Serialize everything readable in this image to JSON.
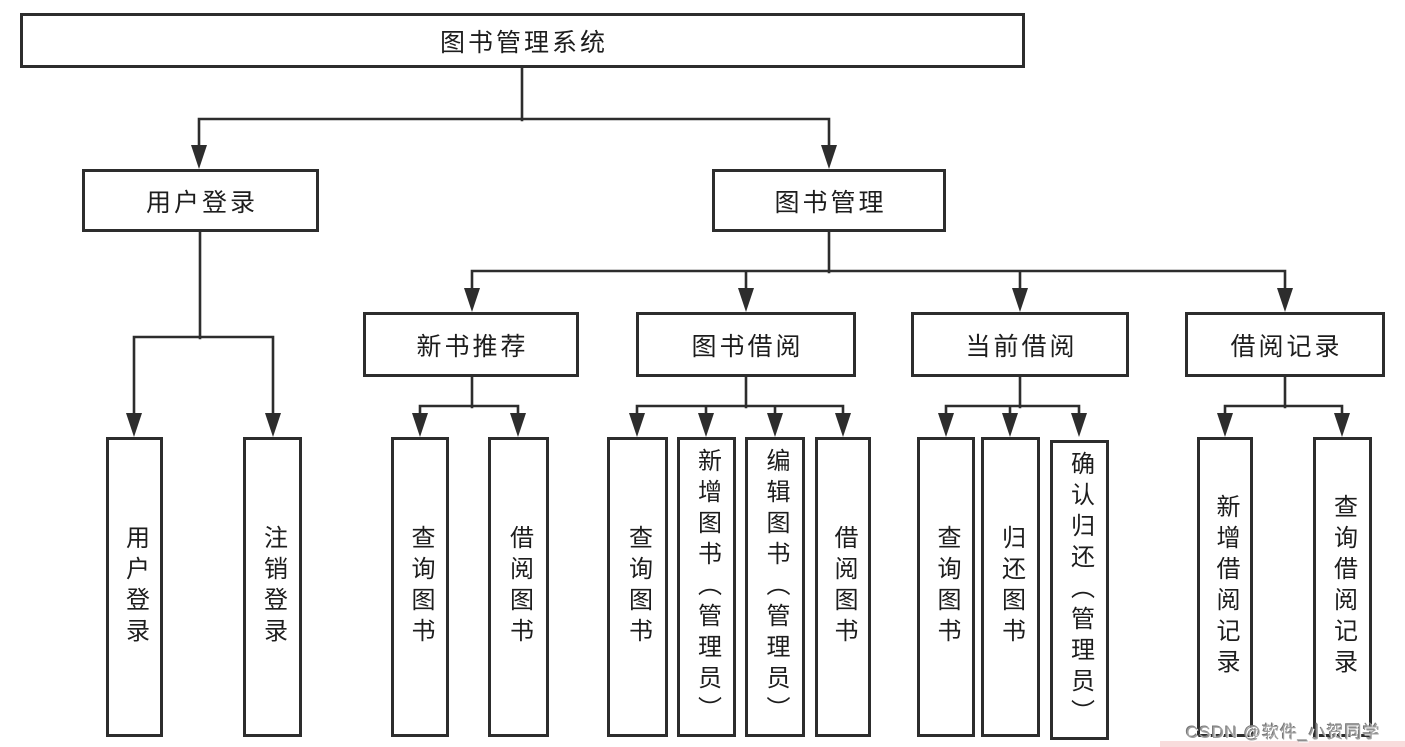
{
  "diagram": {
    "type": "tree",
    "root": "图书管理系统",
    "level2": {
      "user_login": "用户登录",
      "book_mgmt": "图书管理"
    },
    "sections": [
      "新书推荐",
      "图书借阅",
      "当前借阅",
      "借阅记录"
    ],
    "leaves": {
      "user": [
        "用户登录",
        "注销登录"
      ],
      "recommend": [
        "查询图书",
        "借阅图书"
      ],
      "borrow": [
        "查询图书",
        "新增图书（管理员）",
        "编辑图书（管理员）",
        "借阅图书"
      ],
      "current": [
        "查询图书",
        "归还图书",
        "确认归还（管理员）"
      ],
      "records": [
        "新增借阅记录",
        "查询借阅记录"
      ]
    }
  },
  "watermark": "CSDN @软件_小贺同学",
  "colors": {
    "line": "#2d2d2d",
    "text": "#1d1d1d",
    "background": "#ffffff",
    "watermark_gray": "#9e9e9e",
    "watermark_pink": "#f8dcdc"
  }
}
